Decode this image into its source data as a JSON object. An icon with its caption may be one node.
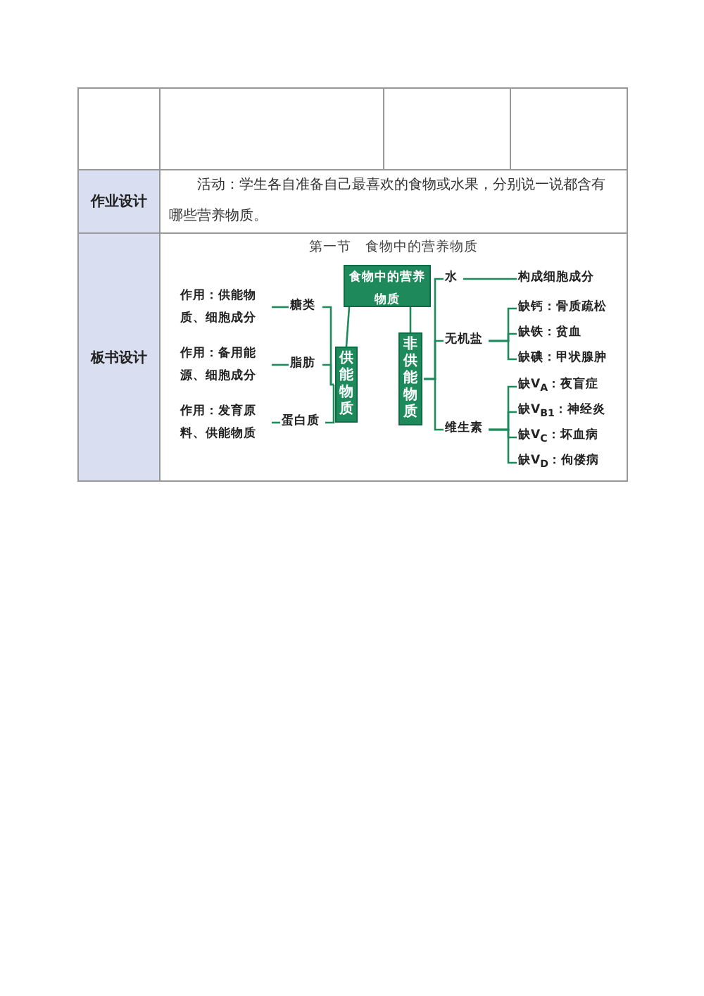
{
  "diagram": {
    "title": "第一节　食物中的营养物质",
    "nodes": [
      {
        "text": [
          "食物中的营养物质"
        ]
      },
      {
        "text": [
          "供能物质"
        ]
      },
      {
        "text": [
          "非供能物质"
        ]
      },
      {
        "text": [
          "糖类"
        ]
      },
      {
        "text": [
          "脂肪"
        ]
      },
      {
        "text": [
          "蛋白质"
        ]
      },
      {
        "text": [
          "作用：供能物质、细胞成分"
        ]
      },
      {
        "text": [
          "作用：备用能源、细胞成分"
        ]
      },
      {
        "text": [
          "作用：发育原料、供能物质"
        ]
      },
      {
        "text": [
          "水"
        ]
      },
      {
        "text": [
          "构成细胞成分"
        ]
      },
      {
        "text": [
          "无机盐"
        ]
      },
      {
        "text": [
          "维生素"
        ]
      },
      {
        "text": [
          "缺钙：骨质疏松"
        ]
      },
      {
        "text": [
          "缺铁：贫血"
        ]
      },
      {
        "text": [
          "缺碘：甲状腺肿"
        ]
      },
      {
        "text": [
          "缺V$_{A}$：夜盲症"
        ]
      },
      {
        "text": [
          "缺V$_{B1}$：神经炎"
        ]
      },
      {
        "text": [
          "缺V$_{C}$：坏血病"
        ]
      },
      {
        "text": [
          "缺V$_{D}$：佝偻病"
        ]
      }
    ],
    "edges": [
      {
        "from": 0,
        "to": 1,
        "arrow": "none"
      },
      {
        "from": 0,
        "to": 2,
        "arrow": "none"
      },
      {
        "from": 1,
        "to": 3,
        "arrow": "none"
      },
      {
        "from": 1,
        "to": 4,
        "arrow": "none"
      },
      {
        "from": 1,
        "to": 5,
        "arrow": "none"
      },
      {
        "from": 3,
        "to": 6,
        "arrow": "none"
      },
      {
        "from": 4,
        "to": 7,
        "arrow": "none"
      },
      {
        "from": 5,
        "to": 8,
        "arrow": "none"
      },
      {
        "from": 2,
        "to": 9,
        "arrow": "none"
      },
      {
        "from": 2,
        "to": 11,
        "arrow": "none"
      },
      {
        "from": 2,
        "to": 12,
        "arrow": "none"
      },
      {
        "from": 9,
        "to": 10,
        "arrow": "none"
      },
      {
        "from": 11,
        "to": 13,
        "arrow": "none"
      },
      {
        "from": 11,
        "to": 14,
        "arrow": "none"
      },
      {
        "from": 11,
        "to": 15,
        "arrow": "none"
      },
      {
        "from": 12,
        "to": 16,
        "arrow": "none"
      },
      {
        "from": 12,
        "to": 17,
        "arrow": "none"
      },
      {
        "from": 12,
        "to": 18,
        "arrow": "none"
      },
      {
        "from": 12,
        "to": 19,
        "arrow": "none"
      }
    ],
    "labels": [
      "作业设计",
      "活动：学生各自准备自己最喜欢的食物或水果，分别说一说都含有哪些营养物质。",
      "板书设计"
    ]
  }
}
